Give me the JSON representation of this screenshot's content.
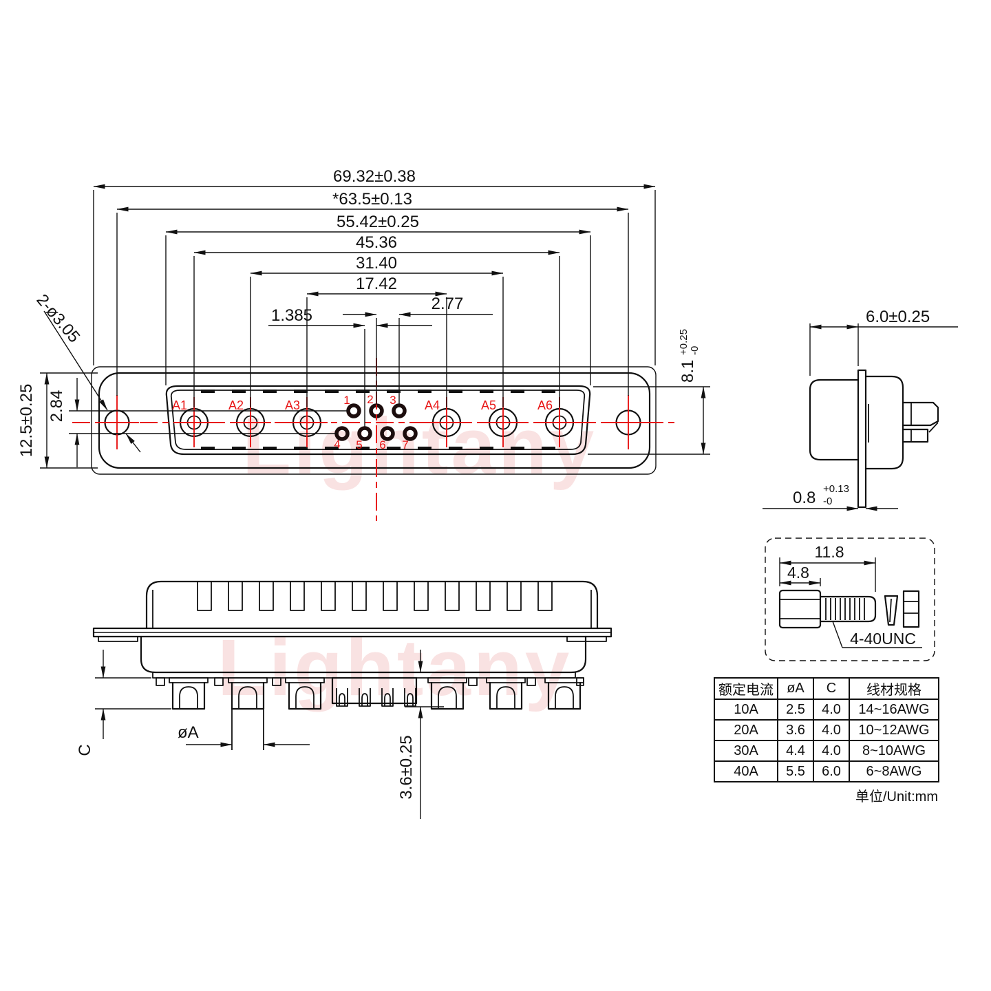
{
  "colors": {
    "line": "#111111",
    "red": "#e81414",
    "watermark_pink": "#e05050"
  },
  "watermark_text": "Lightany",
  "front_view": {
    "dim_overall": "69.32±0.38",
    "dim_mount_span": "*63.5±0.13",
    "dim_shroud_w": "55.42±0.25",
    "dim_a1a6": "45.36",
    "dim_a2a5": "31.40",
    "dim_a3a4": "17.42",
    "dim_pin_pitch": "2.77",
    "dim_pin_offset": "1.385",
    "dim_height": "12.5±0.25",
    "dim_row_gap": "2.84",
    "dim_mount_holes": "2-ø3.05",
    "dim_shroud_h": "8.1",
    "dim_shroud_h_tol_up": "+0.25",
    "dim_shroud_h_tol_dn": "-0",
    "contacts": [
      "A1",
      "A2",
      "A3",
      "A4",
      "A5",
      "A6"
    ],
    "pins": [
      "1",
      "2",
      "3",
      "4",
      "5",
      "6",
      "7"
    ]
  },
  "side_view": {
    "dim_depth": "6.0±0.25",
    "dim_flange": "0.8",
    "dim_flange_tol_up": "+0.13",
    "dim_flange_tol_dn": "-0"
  },
  "rear_view": {
    "dim_cup_len": "C",
    "dim_cup_dia": "øA",
    "dim_tail": "3.6±0.25"
  },
  "screw_detail": {
    "dim_total": "11.8",
    "dim_head": "4.8",
    "thread_label": "4-40UNC"
  },
  "spec_table": {
    "headers": [
      "额定电流",
      "øA",
      "C",
      "线材规格"
    ],
    "rows": [
      [
        "10A",
        "2.5",
        "4.0",
        "14~16AWG"
      ],
      [
        "20A",
        "3.6",
        "4.0",
        "10~12AWG"
      ],
      [
        "30A",
        "4.4",
        "4.0",
        "8~10AWG"
      ],
      [
        "40A",
        "5.5",
        "6.0",
        "6~8AWG"
      ]
    ],
    "unit_note": "单位/Unit:mm"
  }
}
